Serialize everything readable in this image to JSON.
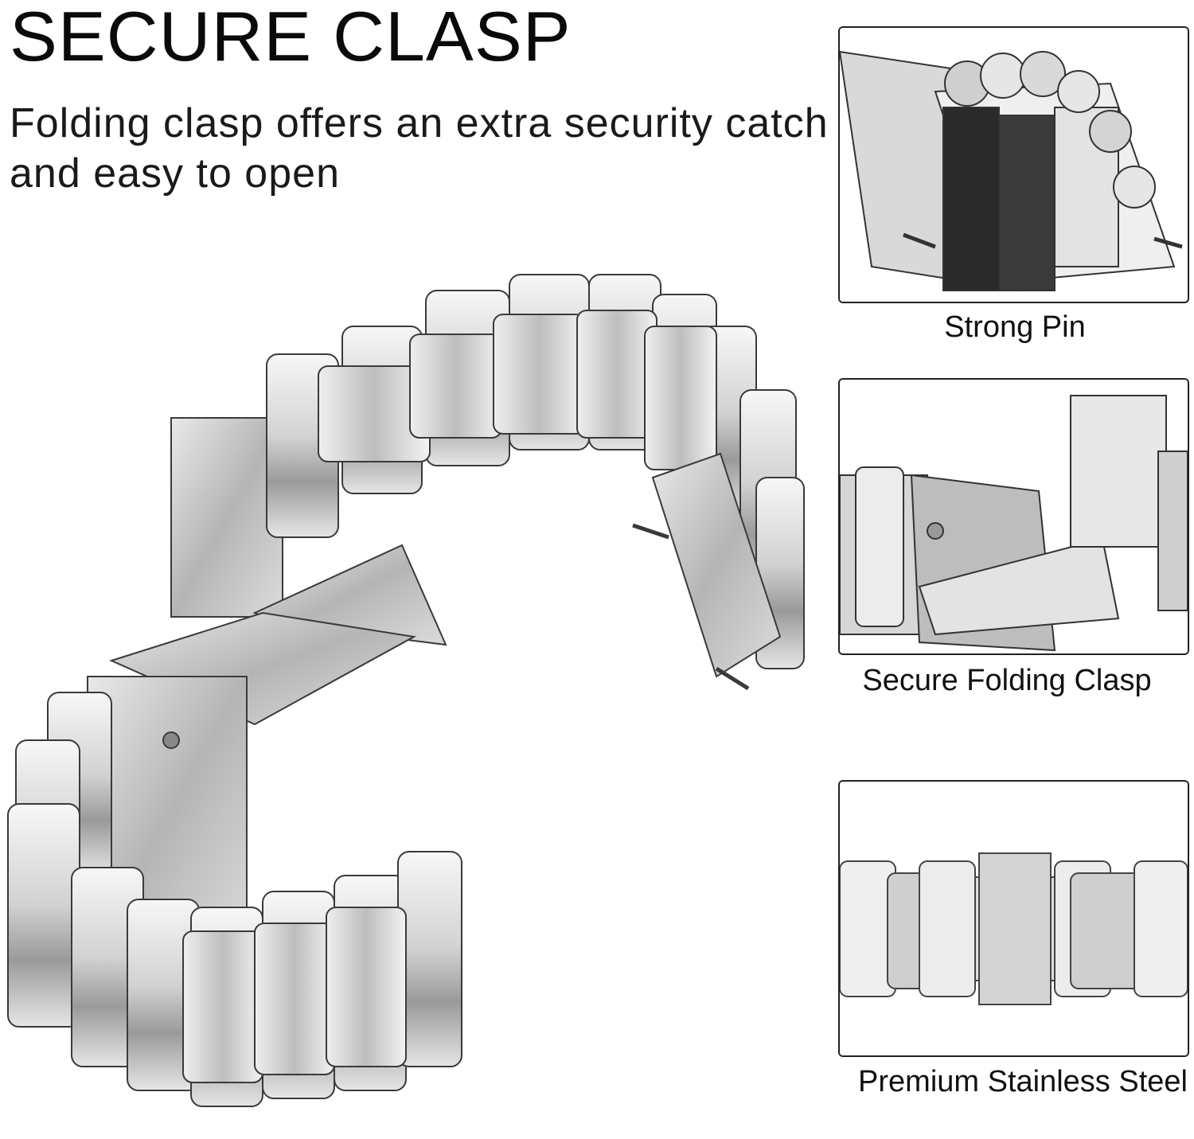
{
  "headline": "SECURE CLASP",
  "subtext": "Folding clasp offers an extra security catch and easy to open",
  "features": [
    {
      "label": "Strong Pin",
      "image_icon": "pin-closeup-icon"
    },
    {
      "label": "Secure Folding Clasp",
      "image_icon": "folding-clasp-icon"
    },
    {
      "label": "Premium Stainless Steel",
      "image_icon": "steel-links-icon"
    }
  ],
  "colors": {
    "steel_light": "#f2f2f2",
    "steel_mid": "#c4c4c4",
    "steel_dark": "#6e6e6e",
    "outline": "#222222"
  }
}
